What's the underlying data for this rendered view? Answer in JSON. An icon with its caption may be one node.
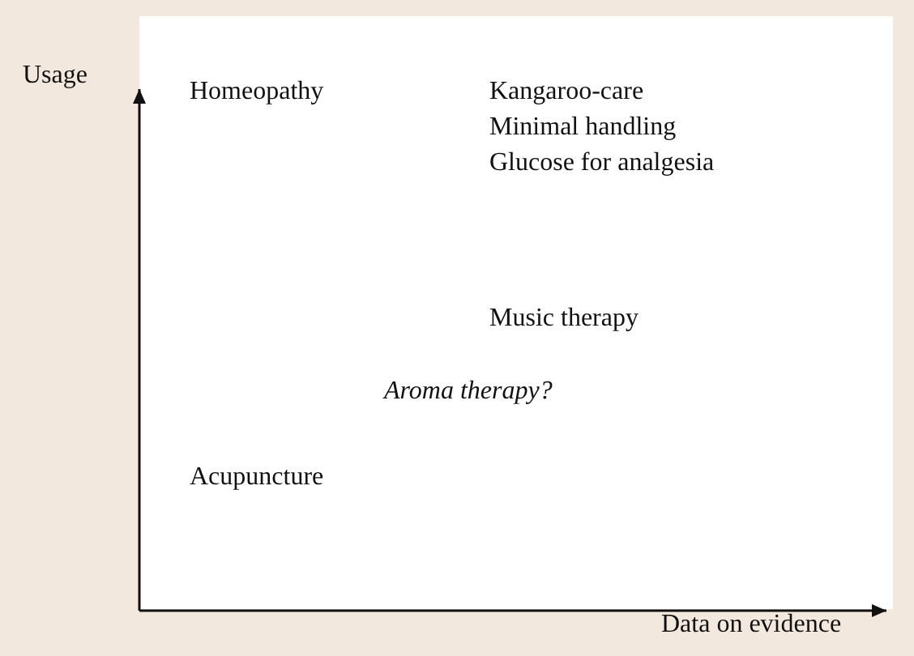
{
  "diagram": {
    "labels": [
      "Usage",
      "Homeopathy",
      "Kangaroo-care",
      "Minimal handling",
      "Glucose for analgesia",
      "Music therapy",
      "Aroma therapy?",
      "Acupuncture",
      "Data on evidence"
    ]
  }
}
